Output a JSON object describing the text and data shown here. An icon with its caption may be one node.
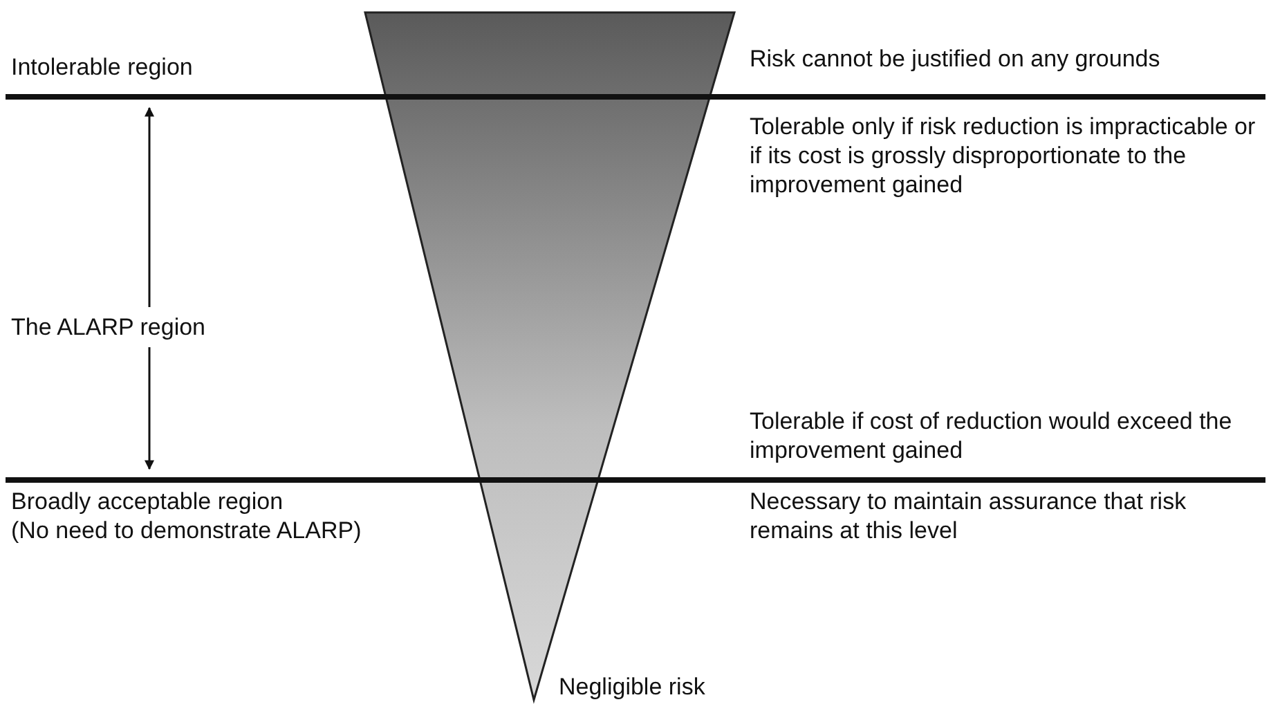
{
  "diagram": {
    "labels": [
      "Intolerable region",
      "Risk cannot be justified on any grounds",
      "Tolerable only if risk reduction is impracticable or if its cost is grossly disproportionate to the improvement gained",
      "The ALARP region",
      "Tolerable if cost of reduction would exceed the improvement gained",
      "Broadly acceptable region",
      "(No need to demonstrate ALARP)",
      "Necessary to maintain assurance that risk remains at this level",
      "Negligible risk"
    ]
  }
}
